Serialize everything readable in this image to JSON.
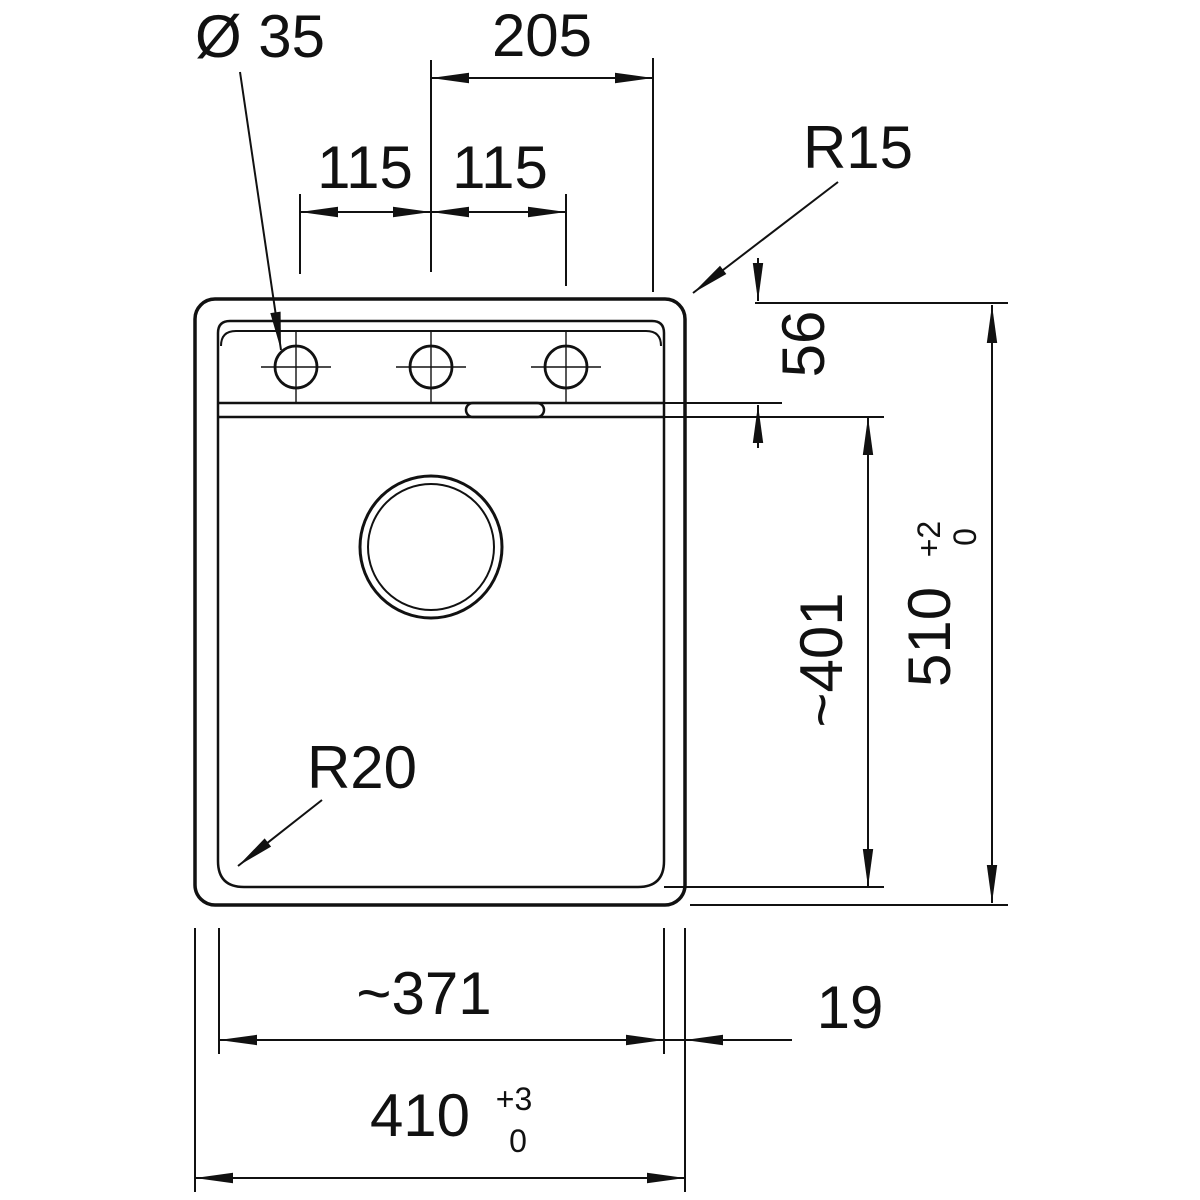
{
  "drawing": {
    "labels": {
      "hole_diameter": "Ø 35",
      "deck_center_to_edge": "205",
      "hole_pitch_left": "115",
      "hole_pitch_right": "115",
      "outer_corner_radius": "R15",
      "deck_depth": "56",
      "bowl_length": "~401",
      "overall_length": "510",
      "overall_length_tol_upper": "+2",
      "overall_length_tol_lower": "0",
      "bowl_corner_radius": "R20",
      "bowl_width": "~371",
      "rim_offset": "19",
      "overall_width": "410",
      "overall_width_tol_upper": "+3",
      "overall_width_tol_lower": "0"
    },
    "colors": {
      "line": "#111111",
      "background": "#ffffff"
    }
  }
}
